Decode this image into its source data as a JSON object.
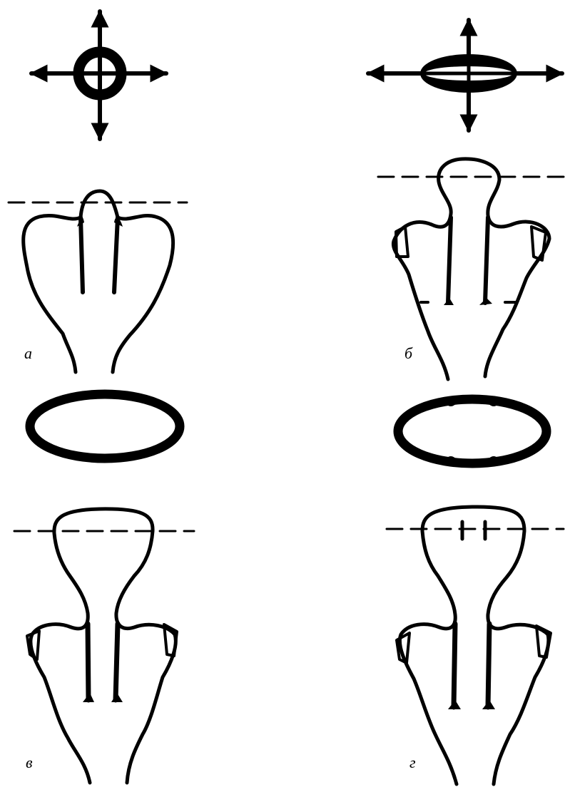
{
  "figure": {
    "panels": [
      {
        "id": "a",
        "label": "а"
      },
      {
        "id": "b",
        "label": "б"
      },
      {
        "id": "c",
        "label": "в"
      },
      {
        "id": "d",
        "label": "г"
      }
    ]
  }
}
